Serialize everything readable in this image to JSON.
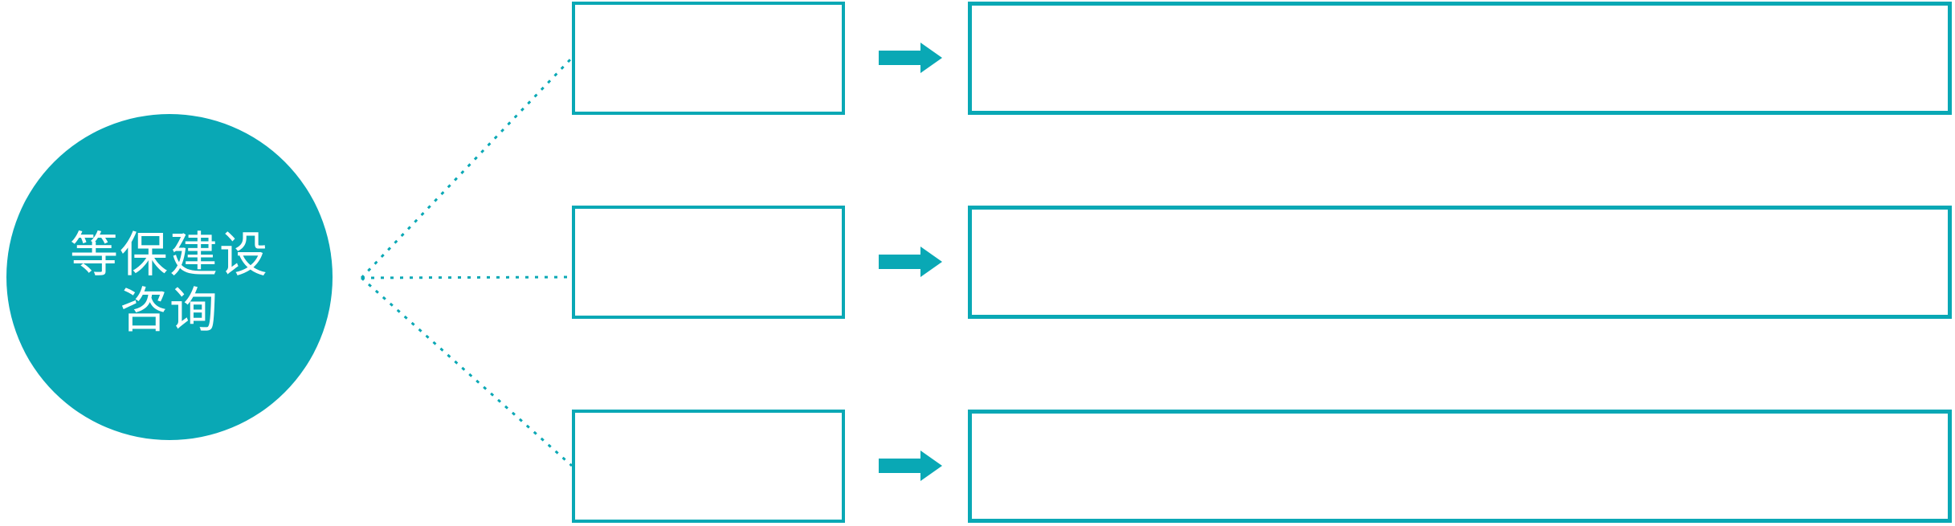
{
  "colors": {
    "accent": "#09A8B5",
    "shape_fill": "#FFFFFF",
    "text_on_accent": "#FFFFFF"
  },
  "hub": {
    "label_line1": "等保建设",
    "label_line2": "咨询"
  },
  "icons": {
    "arrow": "right-arrow-icon",
    "connector": "dotted-line-connector"
  },
  "rows": [
    {
      "box_label": "",
      "detail_label": ""
    },
    {
      "box_label": "",
      "detail_label": ""
    },
    {
      "box_label": "",
      "detail_label": ""
    }
  ]
}
